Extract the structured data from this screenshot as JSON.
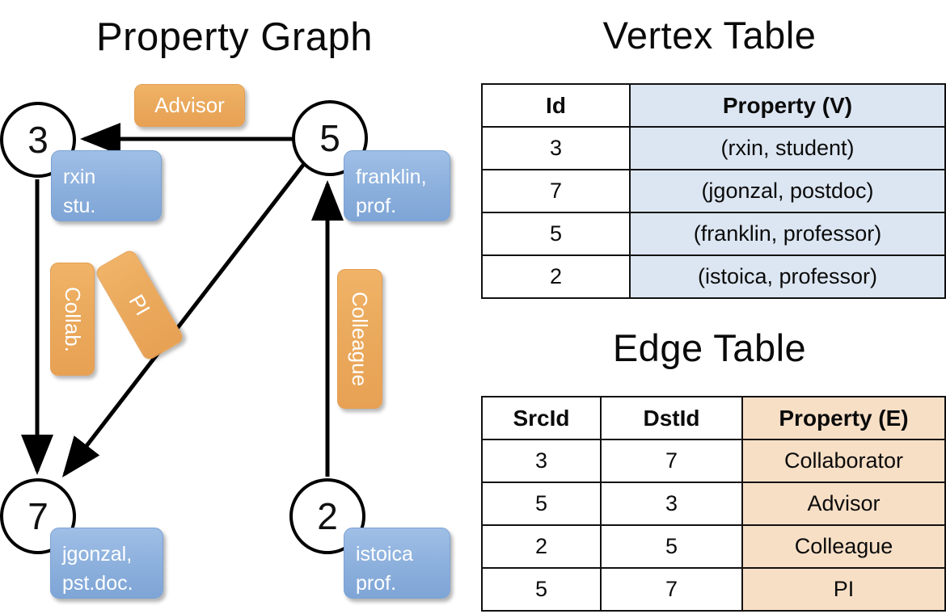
{
  "graph_panel": {
    "title": "Property Graph",
    "vertices": [
      {
        "id": "3",
        "name": "vertex-node-3",
        "property_lines": [
          "rxin",
          "stu."
        ]
      },
      {
        "id": "5",
        "name": "vertex-node-5",
        "property_lines": [
          "franklin,",
          "prof."
        ]
      },
      {
        "id": "7",
        "name": "vertex-node-7",
        "property_lines": [
          "jgonzal,",
          "pst.doc."
        ]
      },
      {
        "id": "2",
        "name": "vertex-node-2",
        "property_lines": [
          "istoica",
          "prof."
        ]
      }
    ],
    "edge_labels": [
      {
        "label": "Advisor",
        "orientation": "horizontal"
      },
      {
        "label": "Collab.",
        "orientation": "vertical"
      },
      {
        "label": "PI",
        "orientation": "rotated"
      },
      {
        "label": "Colleague",
        "orientation": "vertical"
      }
    ],
    "edges": [
      {
        "src": "5",
        "dst": "3",
        "label": "Advisor"
      },
      {
        "src": "3",
        "dst": "7",
        "label": "Collab."
      },
      {
        "src": "5",
        "dst": "7",
        "label": "PI"
      },
      {
        "src": "2",
        "dst": "5",
        "label": "Colleague"
      }
    ]
  },
  "vertex_table": {
    "title": "Vertex Table",
    "columns": [
      "Id",
      "Property (V)"
    ],
    "rows": [
      {
        "id": "3",
        "property": "(rxin, student)"
      },
      {
        "id": "7",
        "property": "(jgonzal, postdoc)"
      },
      {
        "id": "5",
        "property": "(franklin, professor)"
      },
      {
        "id": "2",
        "property": "(istoica, professor)"
      }
    ]
  },
  "edge_table": {
    "title": "Edge Table",
    "columns": [
      "SrcId",
      "DstId",
      "Property (E)"
    ],
    "rows": [
      {
        "src": "3",
        "dst": "7",
        "property": "Collaborator"
      },
      {
        "src": "5",
        "dst": "3",
        "property": "Advisor"
      },
      {
        "src": "2",
        "dst": "5",
        "property": "Colleague"
      },
      {
        "src": "5",
        "dst": "7",
        "property": "PI"
      }
    ]
  },
  "colors": {
    "vertex_property_box": "#8fb2de",
    "edge_label_box": "#eaa95c",
    "vertex_table_highlight": "#dce6f2",
    "edge_table_highlight": "#f7dfc6",
    "stroke": "#000000",
    "background": "#ffffff"
  }
}
